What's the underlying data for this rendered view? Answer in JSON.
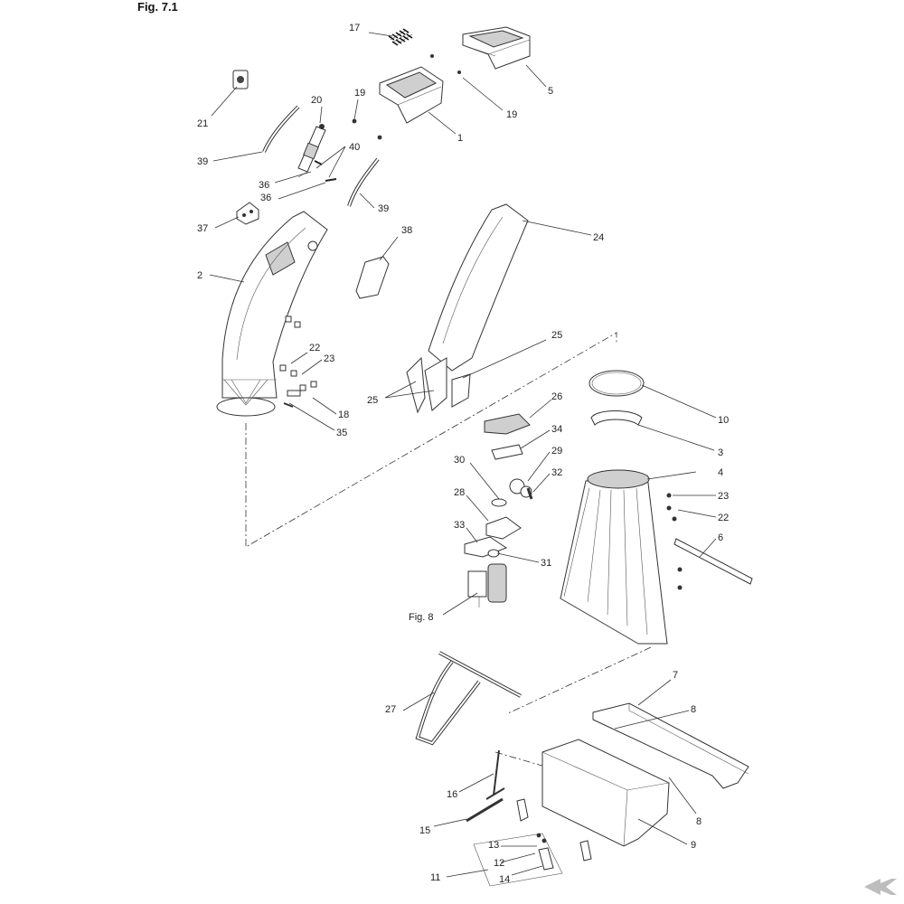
{
  "figure": {
    "title": "Fig. 7.1"
  },
  "callouts": [
    {
      "id": "c17",
      "text": "17"
    },
    {
      "id": "c5",
      "text": "5"
    },
    {
      "id": "c19a",
      "text": "19"
    },
    {
      "id": "c19b",
      "text": "19"
    },
    {
      "id": "c20",
      "text": "20"
    },
    {
      "id": "c21",
      "text": "21"
    },
    {
      "id": "c1",
      "text": "1"
    },
    {
      "id": "c40",
      "text": "40"
    },
    {
      "id": "c39a",
      "text": "39"
    },
    {
      "id": "c36a",
      "text": "36"
    },
    {
      "id": "c36b",
      "text": "36"
    },
    {
      "id": "c39b",
      "text": "39"
    },
    {
      "id": "c37",
      "text": "37"
    },
    {
      "id": "c38",
      "text": "38"
    },
    {
      "id": "c24",
      "text": "24"
    },
    {
      "id": "c2",
      "text": "2"
    },
    {
      "id": "c25a",
      "text": "25"
    },
    {
      "id": "c22a",
      "text": "22"
    },
    {
      "id": "c23a",
      "text": "23"
    },
    {
      "id": "c25b",
      "text": "25"
    },
    {
      "id": "c10",
      "text": "10"
    },
    {
      "id": "c18",
      "text": "18"
    },
    {
      "id": "c26",
      "text": "26"
    },
    {
      "id": "c35",
      "text": "35"
    },
    {
      "id": "c3",
      "text": "3"
    },
    {
      "id": "c34",
      "text": "34"
    },
    {
      "id": "c29",
      "text": "29"
    },
    {
      "id": "c30",
      "text": "30"
    },
    {
      "id": "c4",
      "text": "4"
    },
    {
      "id": "c32",
      "text": "32"
    },
    {
      "id": "c28",
      "text": "28"
    },
    {
      "id": "c23b",
      "text": "23"
    },
    {
      "id": "c22b",
      "text": "22"
    },
    {
      "id": "c33",
      "text": "33"
    },
    {
      "id": "c6",
      "text": "6"
    },
    {
      "id": "c31",
      "text": "31"
    },
    {
      "id": "cfig8",
      "text": "Fig. 8"
    },
    {
      "id": "c7",
      "text": "7"
    },
    {
      "id": "c27",
      "text": "27"
    },
    {
      "id": "c8a",
      "text": "8"
    },
    {
      "id": "c16",
      "text": "16"
    },
    {
      "id": "c8b",
      "text": "8"
    },
    {
      "id": "c15",
      "text": "15"
    },
    {
      "id": "c9",
      "text": "9"
    },
    {
      "id": "c13",
      "text": "13"
    },
    {
      "id": "c12",
      "text": "12"
    },
    {
      "id": "c11",
      "text": "11"
    },
    {
      "id": "c14",
      "text": "14"
    }
  ],
  "logo": {
    "icon": "brand-logo-icon",
    "color": "#bdbdbd"
  }
}
